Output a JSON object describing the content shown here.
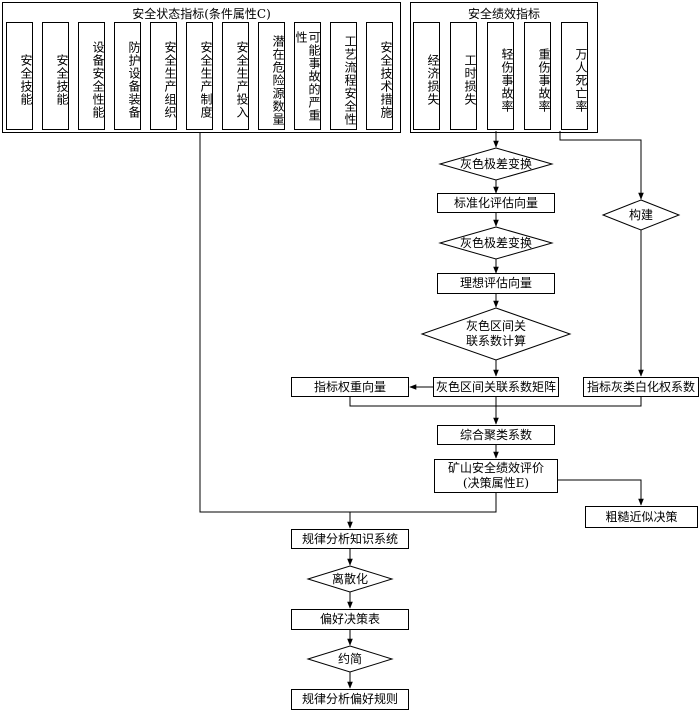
{
  "state_group": {
    "title": "安全状态指标(条件属性C)",
    "items": [
      "安全技能",
      "安全技能",
      "设备安全性能",
      "防护设备装备",
      "安全生产组织",
      "安全生产制度",
      "安全生产投入",
      "潜在危险源数量",
      "可能事故的严重性",
      "工艺流程安全性",
      "安全技术措施"
    ]
  },
  "perf_group": {
    "title": "安全绩效指标",
    "items": [
      "经济损失",
      "工时损失",
      "轻伤事故率",
      "重伤事故率",
      "万人死亡率"
    ]
  },
  "flow": {
    "grey_transform_1": "灰色极差变换",
    "standard_vector": "标准化评估向量",
    "grey_transform_2": "灰色极差变换",
    "ideal_vector": "理想评估向量",
    "interval_calc": "灰色区间关\n联系数计算",
    "weight_vector": "指标权重向量",
    "relation_matrix": "灰色区间关联系数矩阵",
    "construct": "构建",
    "whitening": "指标灰类白化权系数",
    "cluster": "综合聚类系数",
    "evaluation": "矿山安全绩效评价\n(决策属性E)",
    "rough": "粗糙近似决策",
    "knowledge": "规律分析知识系统",
    "discretize": "离散化",
    "preference_table": "偏好决策表",
    "reduction": "约简",
    "rules": "规律分析偏好规则"
  }
}
